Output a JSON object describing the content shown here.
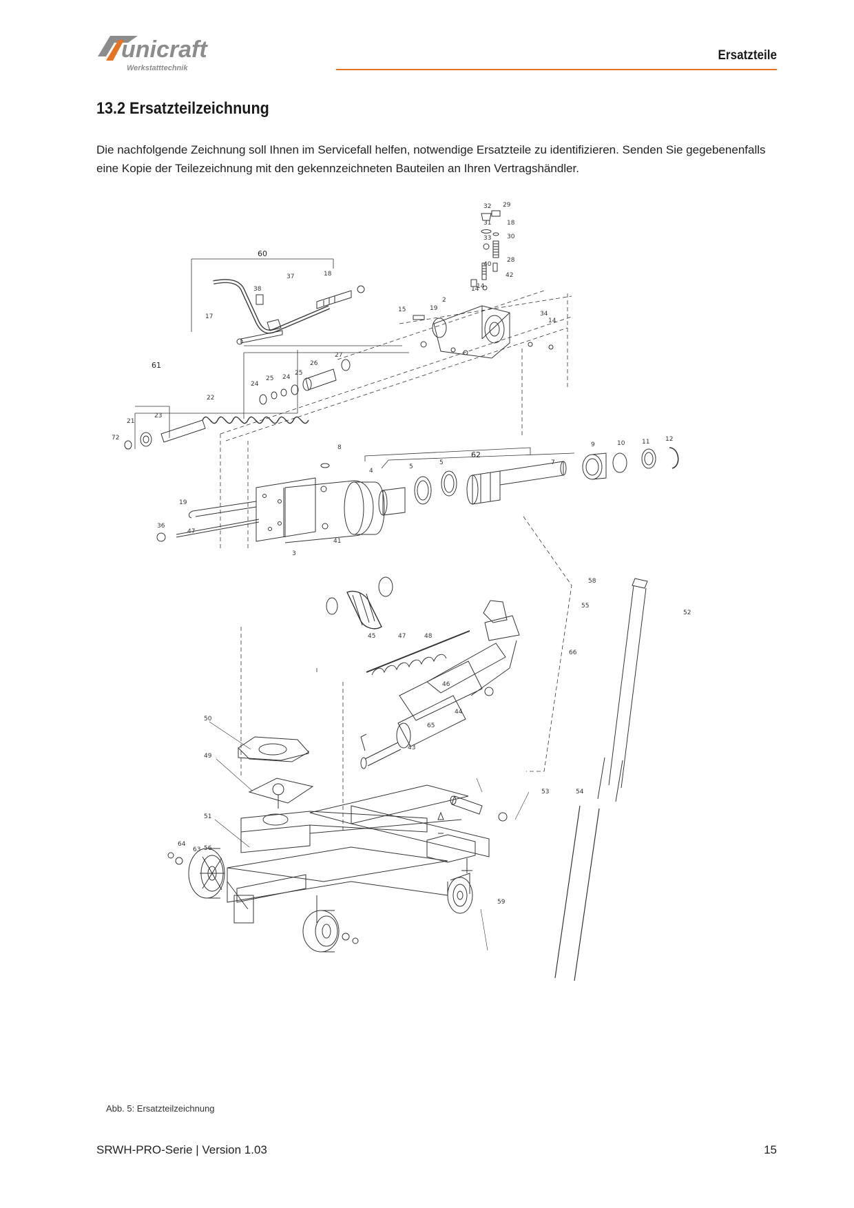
{
  "header": {
    "brand": "unicraft",
    "brand_sub": "Werkstatttechnik",
    "section": "Ersatzteile",
    "accent_color": "#e8731f"
  },
  "title": "13.2 Ersatzteilzeichnung",
  "intro": "Die nachfolgende Zeichnung soll Ihnen im Servicefall helfen, notwendige Ersatzteile zu identifizieren. Senden Sie gegebenenfalls eine Kopie der Teilezeichnung mit den gekennzeichneten Bauteilen an Ihren Vertragshändler.",
  "figure": {
    "caption": "Abb. 5: Ersatzteilzeichnung",
    "labels": {
      "l32": "32",
      "l29": "29",
      "l31": "31",
      "l18a": "18",
      "l33": "33",
      "l30": "30",
      "l40": "40",
      "l28": "28",
      "l42": "42",
      "l60": "60",
      "l37": "37",
      "l18": "18",
      "l38": "38",
      "l14a": "14",
      "l14b": "14",
      "l2": "2",
      "l15": "15",
      "l19a": "19",
      "l34": "34",
      "l14c": "14",
      "l17": "17",
      "l61": "61",
      "l27": "27",
      "l26": "26",
      "l25a": "25",
      "l24a": "24",
      "l25b": "25",
      "l24b": "24",
      "l22": "22",
      "l21": "21",
      "l23": "23",
      "l72": "72",
      "l8": "8",
      "l62": "62",
      "l9": "9",
      "l10": "10",
      "l11": "11",
      "l12": "12",
      "l4": "4",
      "l5a": "5",
      "l5b": "5",
      "l7": "7",
      "l19b": "19",
      "l36": "36",
      "l47a": "47",
      "l41": "41",
      "l3": "3",
      "l58": "58",
      "l55": "55",
      "l52": "52",
      "l45": "45",
      "l47": "47",
      "l48": "48",
      "l66": "66",
      "l46": "46",
      "l44": "44",
      "l65": "65",
      "l43": "43",
      "l50": "50",
      "l49": "49",
      "l53": "53",
      "l54": "54",
      "l51": "51",
      "l64": "64",
      "l63": "63",
      "l56": "56",
      "l59": "59"
    }
  },
  "footer": {
    "product": "SRWH-PRO-Serie | Version 1.03",
    "page": "15"
  }
}
